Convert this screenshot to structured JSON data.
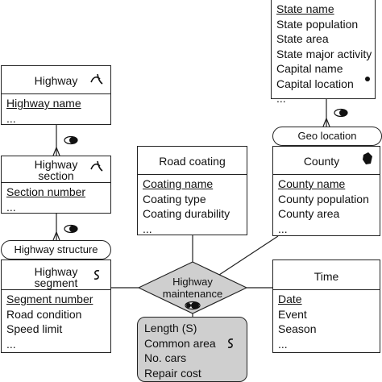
{
  "entities": {
    "state": {
      "attributes": [
        "State name",
        "State population",
        "State area",
        "State major activity",
        "Capital name",
        "Capital location",
        "..."
      ]
    },
    "highway": {
      "title": "Highway",
      "attributes": [
        "Highway name",
        "..."
      ]
    },
    "highway_section": {
      "title_line1": "Highway",
      "title_line2": "section",
      "attributes": [
        "Section number",
        "..."
      ]
    },
    "road_coating": {
      "title": "Road coating",
      "attributes": [
        "Coating name",
        "Coating type",
        "Coating durability",
        "..."
      ]
    },
    "county": {
      "title": "County",
      "attributes": [
        "County name",
        "County population",
        "County area",
        "..."
      ]
    },
    "highway_segment": {
      "title_line1": "Highway",
      "title_line2": "segment",
      "attributes": [
        "Segment number",
        "Road condition",
        "Speed limit",
        "..."
      ]
    },
    "time": {
      "title": "Time",
      "attributes": [
        "Date",
        "Event",
        "Season",
        "..."
      ]
    }
  },
  "aggregations": {
    "geo_location": "Geo location",
    "highway_structure": "Highway structure"
  },
  "relationship": {
    "title_line1": "Highway",
    "title_line2": "maintenance",
    "measures": [
      "Length (S)",
      "Common area",
      "No. cars",
      "Repair cost"
    ]
  },
  "colors": {
    "line": "#222222",
    "measure_fill": "#cfcfcf",
    "background": "#ffffff"
  },
  "icons": {
    "line_symbol": "line-icon",
    "area_symbol": "area-icon",
    "point_symbol": "point-icon",
    "aggregation_symbol": "aggregation-icon",
    "spatial_function_symbol": "spatial-function-icon"
  }
}
